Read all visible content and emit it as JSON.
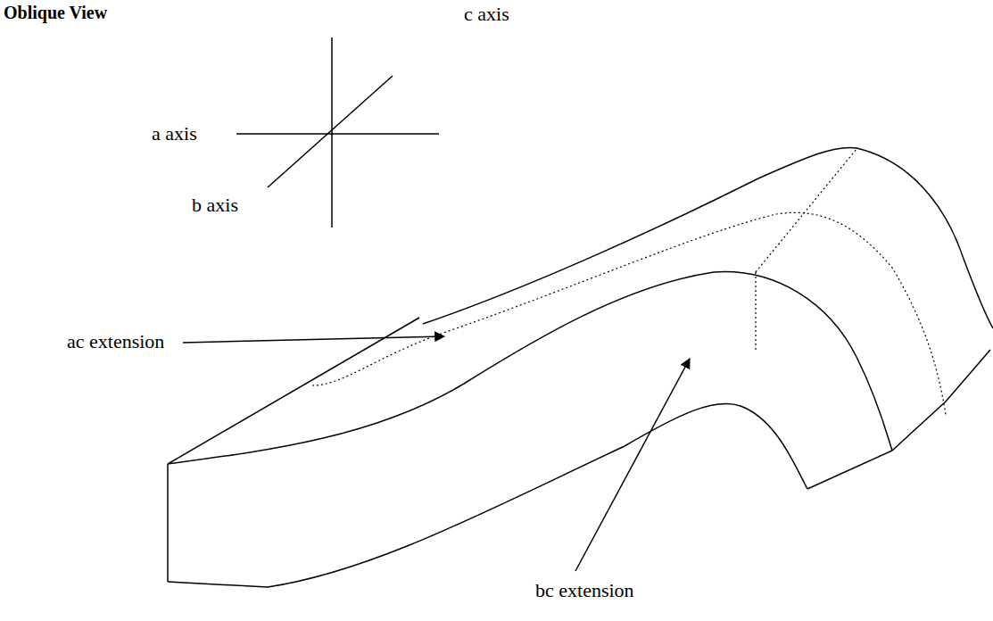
{
  "diagram": {
    "title": "Oblique View",
    "labels": [
      "c axis",
      "a axis",
      "b axis",
      "ac extension",
      "bc extension"
    ]
  }
}
